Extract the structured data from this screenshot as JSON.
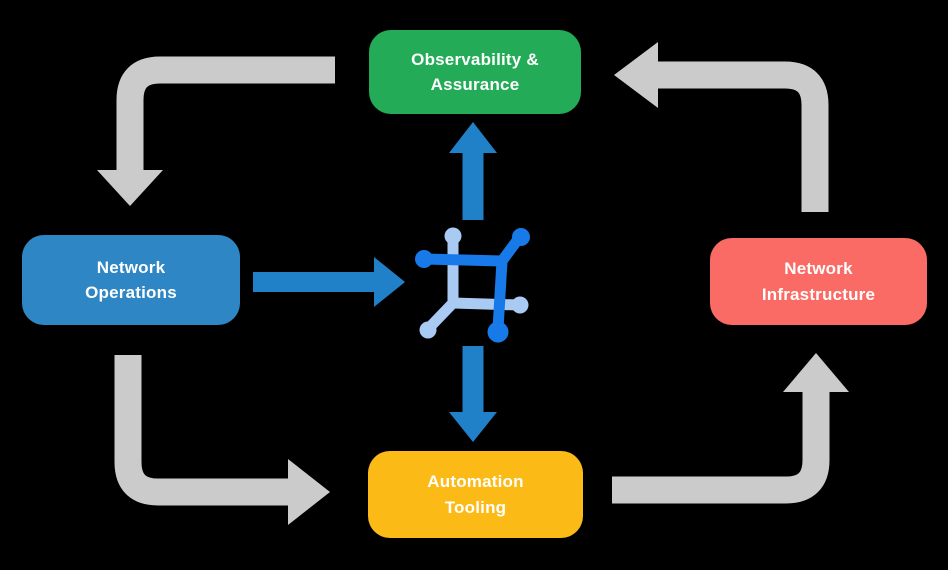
{
  "diagram": {
    "title": "Network automation closed-loop cycle",
    "center_icon": "network-mesh-icon"
  },
  "colors": {
    "background": "#000000",
    "node_green": "#23AB57",
    "node_blue": "#2E86C4",
    "node_red": "#F96B64",
    "node_yellow": "#FBBA16",
    "arrow_gray": "#CBCBCB",
    "arrow_blue": "#2181C8",
    "icon_blue": "#1879E8",
    "icon_light_blue": "#A9CBF3",
    "text": "#FFFFFF"
  },
  "nodes": [
    {
      "id": "observability",
      "line1": "Observability &",
      "line2": "Assurance",
      "color": "#23AB57"
    },
    {
      "id": "operations",
      "line1": "Network",
      "line2": "Operations",
      "color": "#2E86C4"
    },
    {
      "id": "infrastructure",
      "line1": "Network",
      "line2": "Infrastructure",
      "color": "#F96B64"
    },
    {
      "id": "automation",
      "line1": "Automation",
      "line2": "Tooling",
      "color": "#FBBA16"
    }
  ],
  "edges": [
    {
      "from": "observability",
      "to": "operations",
      "style": "gray-elbow"
    },
    {
      "from": "operations",
      "to": "automation",
      "style": "gray-elbow"
    },
    {
      "from": "automation",
      "to": "infrastructure",
      "style": "gray-elbow"
    },
    {
      "from": "infrastructure",
      "to": "observability",
      "style": "gray-elbow"
    },
    {
      "from": "operations",
      "to": "center-icon",
      "style": "blue-straight"
    },
    {
      "from": "center-icon",
      "to": "observability",
      "style": "blue-straight"
    },
    {
      "from": "center-icon",
      "to": "automation",
      "style": "blue-straight"
    }
  ]
}
